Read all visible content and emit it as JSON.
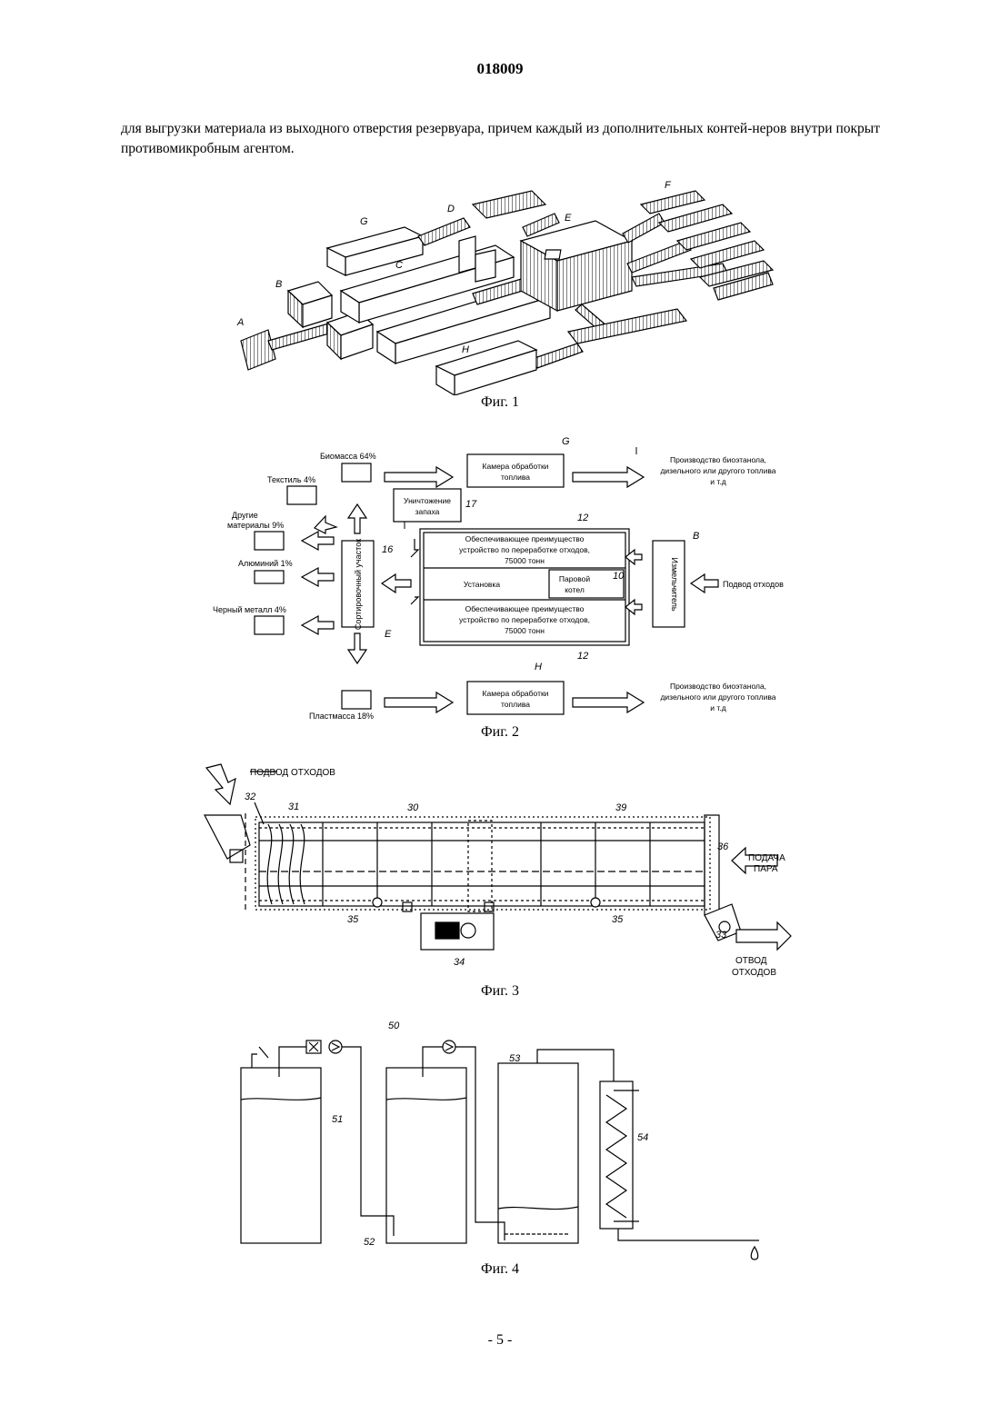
{
  "header": {
    "doc_number": "018009"
  },
  "body": {
    "paragraph": "для выгрузки материала из выходного отверстия резервуара, причем каждый из дополнительных контей-неров внутри покрыт противомикробным агентом."
  },
  "fig1": {
    "caption": "Фиг. 1",
    "labels": {
      "A": "A",
      "B": "B",
      "C": "C",
      "D": "D",
      "E": "E",
      "F": "F",
      "G": "G",
      "H": "H"
    }
  },
  "fig2": {
    "caption": "Фиг. 2",
    "biomass": "Биомасса 64%",
    "textile": "Текстиль 4%",
    "other1": "Другие",
    "other2": "материалы 9%",
    "aluminum": "Алюминий 1%",
    "ferrous": "Черный металл 4%",
    "plastic": "Пластмасса 18%",
    "chamber_g1": "Камера обработки",
    "chamber_g2": "топлива",
    "chamber_h1": "Камера обработки",
    "chamber_h2": "топлива",
    "prod_top1": "Производство биоэтанола,",
    "prod_top2": "дизельного или другого топлива",
    "prod_top3": "и т.д",
    "prod_bot1": "Производство биоэтанола,",
    "prod_bot2": "дизельного или другого топлива",
    "prod_bot3": "и т.д",
    "odor1": "Уничтожение",
    "odor2": "запаха",
    "unit_top1": "Обеспечивающее преимущество",
    "unit_top2": "устройство по переработке отходов,",
    "unit_top3": "75000 тонн",
    "install": "Установка",
    "boiler1": "Паровой",
    "boiler2": "котел",
    "unit_bot1": "Обеспечивающее преимущество",
    "unit_bot2": "устройство по переработке отходов,",
    "unit_bot3": "75000 тонн",
    "sorting": "Сортировочный участок",
    "shredder": "Измельчитель",
    "waste_in": "Подвод отходов",
    "ref_G": "G",
    "ref_H": "H",
    "ref_E": "E",
    "ref_B": "B",
    "ref_12a": "12",
    "ref_12b": "12",
    "ref_17": "17",
    "ref_16": "16",
    "ref_10": "10"
  },
  "fig3": {
    "caption": "Фиг. 3",
    "waste_in": "ПОДВОД ОТХОДОВ",
    "steam1": "ПОДАЧА",
    "steam2": "ПАРА",
    "out1": "ОТВОД",
    "out2": "ОТХОДОВ",
    "r32": "32",
    "r31": "31",
    "r30": "30",
    "r39": "39",
    "r36": "36",
    "r33": "33",
    "r35a": "35",
    "r35b": "35",
    "r34": "34"
  },
  "fig4": {
    "caption": "Фиг. 4",
    "r50": "50",
    "r51": "51",
    "r52": "52",
    "r53": "53",
    "r54": "54"
  },
  "footer": {
    "page_number": "- 5 -"
  }
}
